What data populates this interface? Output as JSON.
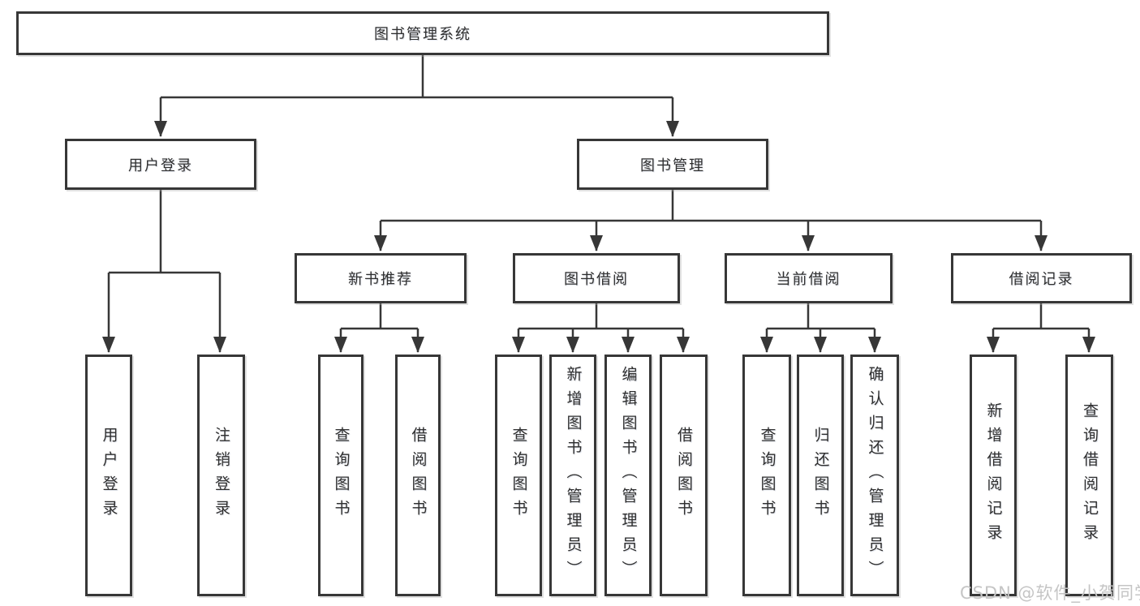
{
  "tree": {
    "root": {
      "label": "图书管理系统"
    },
    "user_login": {
      "label": "用户登录",
      "children": {
        "login": {
          "label": "用户登录"
        },
        "logout": {
          "label": "注销登录"
        }
      }
    },
    "book_management": {
      "label": "图书管理",
      "children": {
        "new_books": {
          "label": "新书推荐",
          "children": {
            "query": {
              "label": "查询图书"
            },
            "borrow": {
              "label": "借阅图书"
            }
          }
        },
        "book_borrowing": {
          "label": "图书借阅",
          "children": {
            "query": {
              "label": "查询图书"
            },
            "add": {
              "label": "新增图书（管理员）"
            },
            "edit": {
              "label": "编辑图书（管理员）"
            },
            "borrow": {
              "label": "借阅图书"
            }
          }
        },
        "current_borrowing": {
          "label": "当前借阅",
          "children": {
            "query": {
              "label": "查询图书"
            },
            "return": {
              "label": "归还图书"
            },
            "confirm_return": {
              "label": "确认归还（管理员）"
            }
          }
        },
        "borrowing_records": {
          "label": "借阅记录",
          "children": {
            "add_record": {
              "label": "新增借阅记录"
            },
            "query_record": {
              "label": "查询借阅记录"
            }
          }
        }
      }
    }
  },
  "watermark": {
    "text": "CSDN @软件_小贺同学"
  },
  "colors": {
    "line": "#373737",
    "box_border": "#373737",
    "box_fill": "#ffffff",
    "text": "#2f2f2f",
    "background": "#ffffff",
    "watermark": "#c5c5c5"
  }
}
